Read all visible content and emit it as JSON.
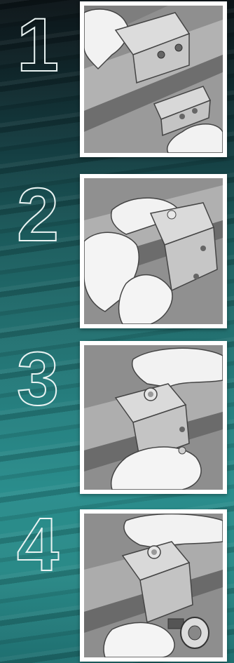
{
  "steps": [
    {
      "number": "1",
      "illustration": "clamp-slide-onto-seam-icon"
    },
    {
      "number": "2",
      "illustration": "clamp-hold-on-seam-icon"
    },
    {
      "number": "3",
      "illustration": "clamp-insert-setscrew-icon"
    },
    {
      "number": "4",
      "illustration": "clamp-tighten-setscrew-icon"
    }
  ],
  "colors": {
    "background_dark": "#0c1418",
    "background_teal": "#2a8d8c",
    "numeral_outline": "#e9f3f2",
    "panel_frame": "#ffffff",
    "illustration_bg": "#8e8e8e"
  }
}
